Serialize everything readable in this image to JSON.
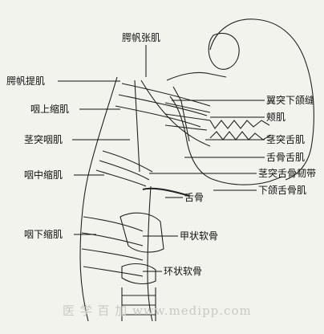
{
  "labels": {
    "tensor_veli_palatini": "腭帆张肌",
    "levator_veli_palatini": "腭帆提肌",
    "superior_constrictor": "咽上缩肌",
    "stylopharyngeus": "茎突咽肌",
    "middle_constrictor": "咽中缩肌",
    "inferior_constrictor": "咽下缩肌",
    "pterygomandibular_raphe": "翼突下颌缝",
    "buccinator": "颊肌",
    "styloglossus": "茎突舌肌",
    "hyoglossus": "舌骨舌肌",
    "stylohyoid_ligament": "茎突舌骨韧带",
    "mylohyoid": "下颌舌骨肌",
    "hyoid_bone": "舌骨",
    "thyroid_cartilage": "甲状软骨",
    "cricoid_cartilage": "环状软骨"
  },
  "watermark": "医 学 百 加 www.medipp.com",
  "colors": {
    "ink": "#222222",
    "paper": "#f3f3ee",
    "muscle": "#d9d9d2"
  }
}
